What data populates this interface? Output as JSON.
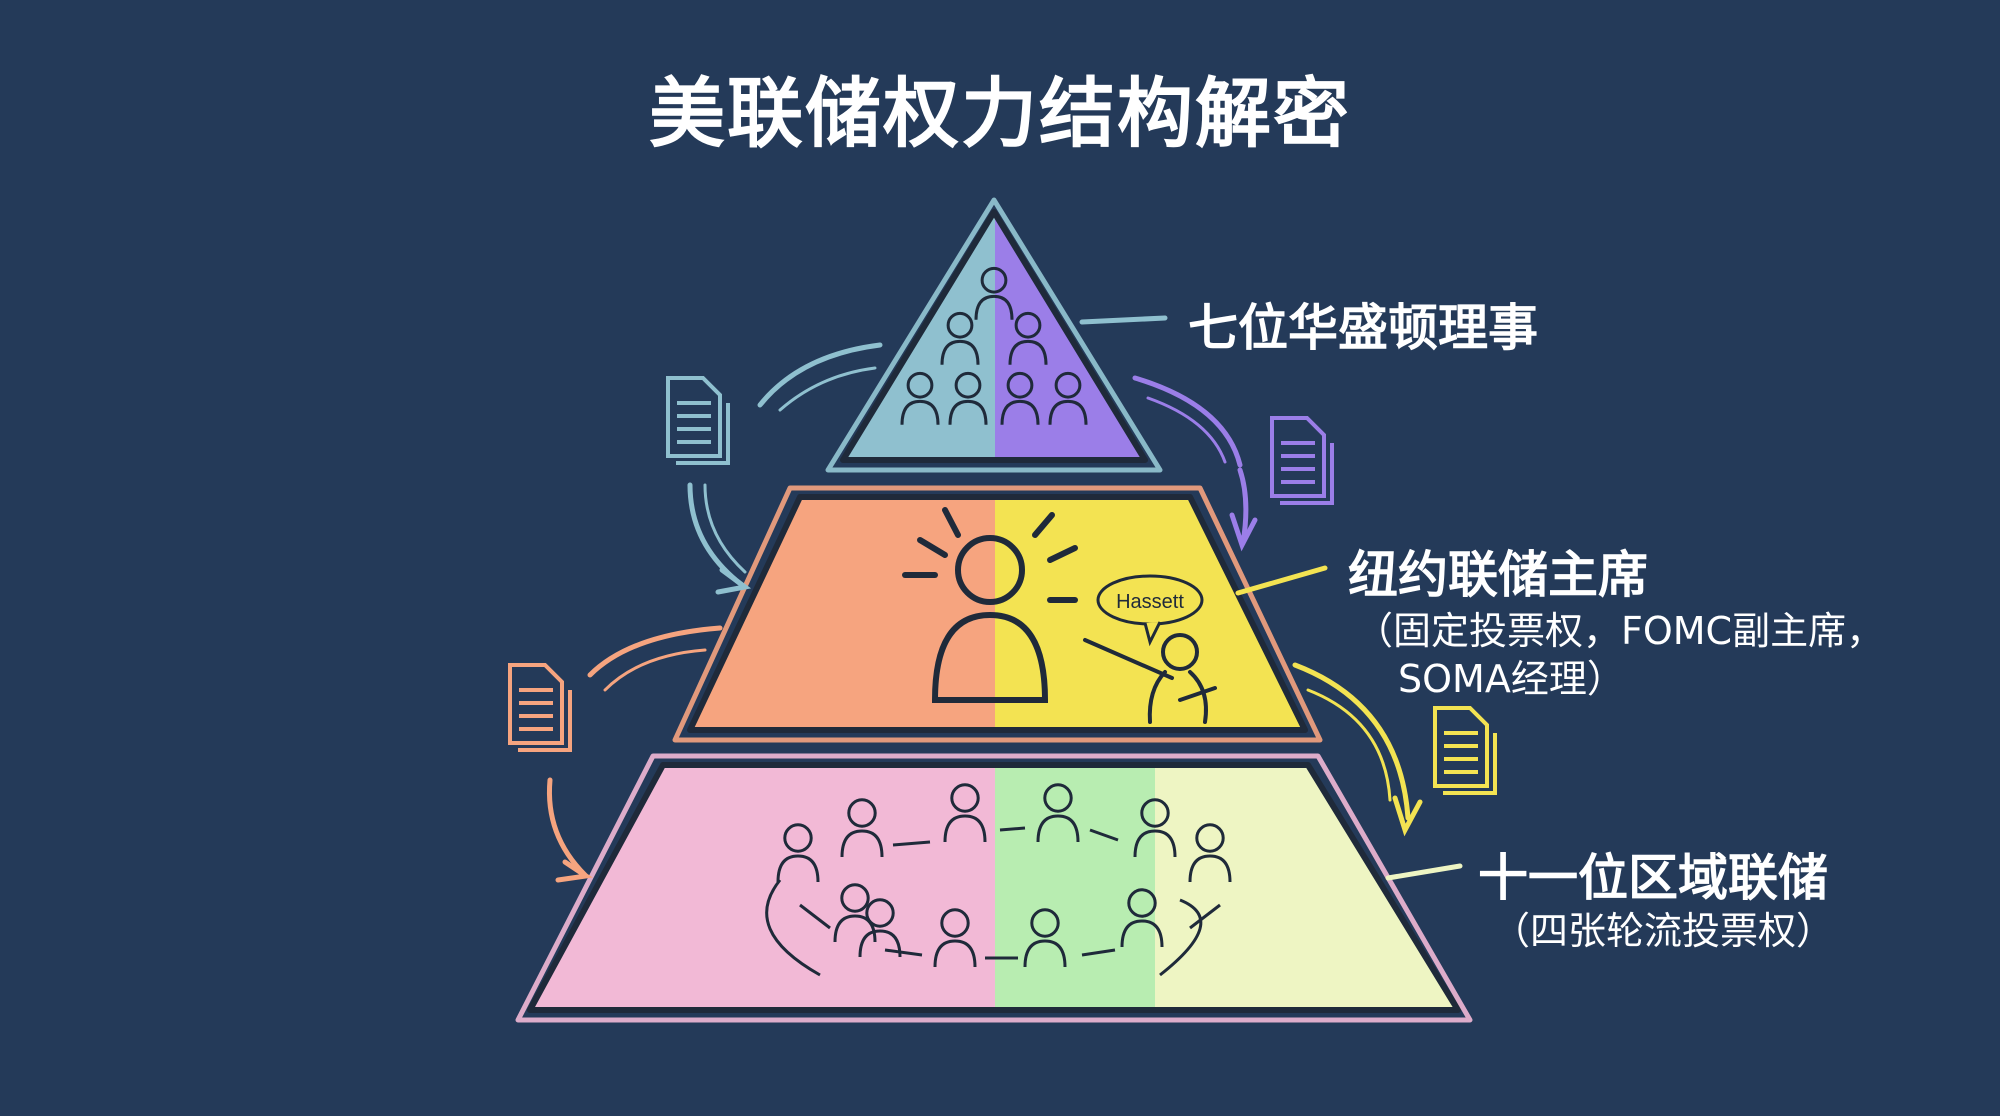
{
  "title": "美联储权力结构解密",
  "levels": [
    {
      "label": "七位华盛顿理事"
    },
    {
      "label": "纽约联储主席",
      "sub_lines": [
        "（固定投票权，FOMC副主席，",
        "SOMA经理）"
      ]
    },
    {
      "label": "十一位区域联储",
      "sub_lines": [
        "（四张轮流投票权）"
      ]
    }
  ],
  "speech_bubble": "Hassett",
  "colors": {
    "background": "#243a59",
    "top_left": "#8fc0cf",
    "top_right": "#9b7ee8",
    "middle_left": "#f6a47f",
    "middle_right": "#f3e352",
    "bottom_pink": "#f2b9d6",
    "bottom_green": "#b8edb1",
    "bottom_cream": "#eef5c3"
  }
}
